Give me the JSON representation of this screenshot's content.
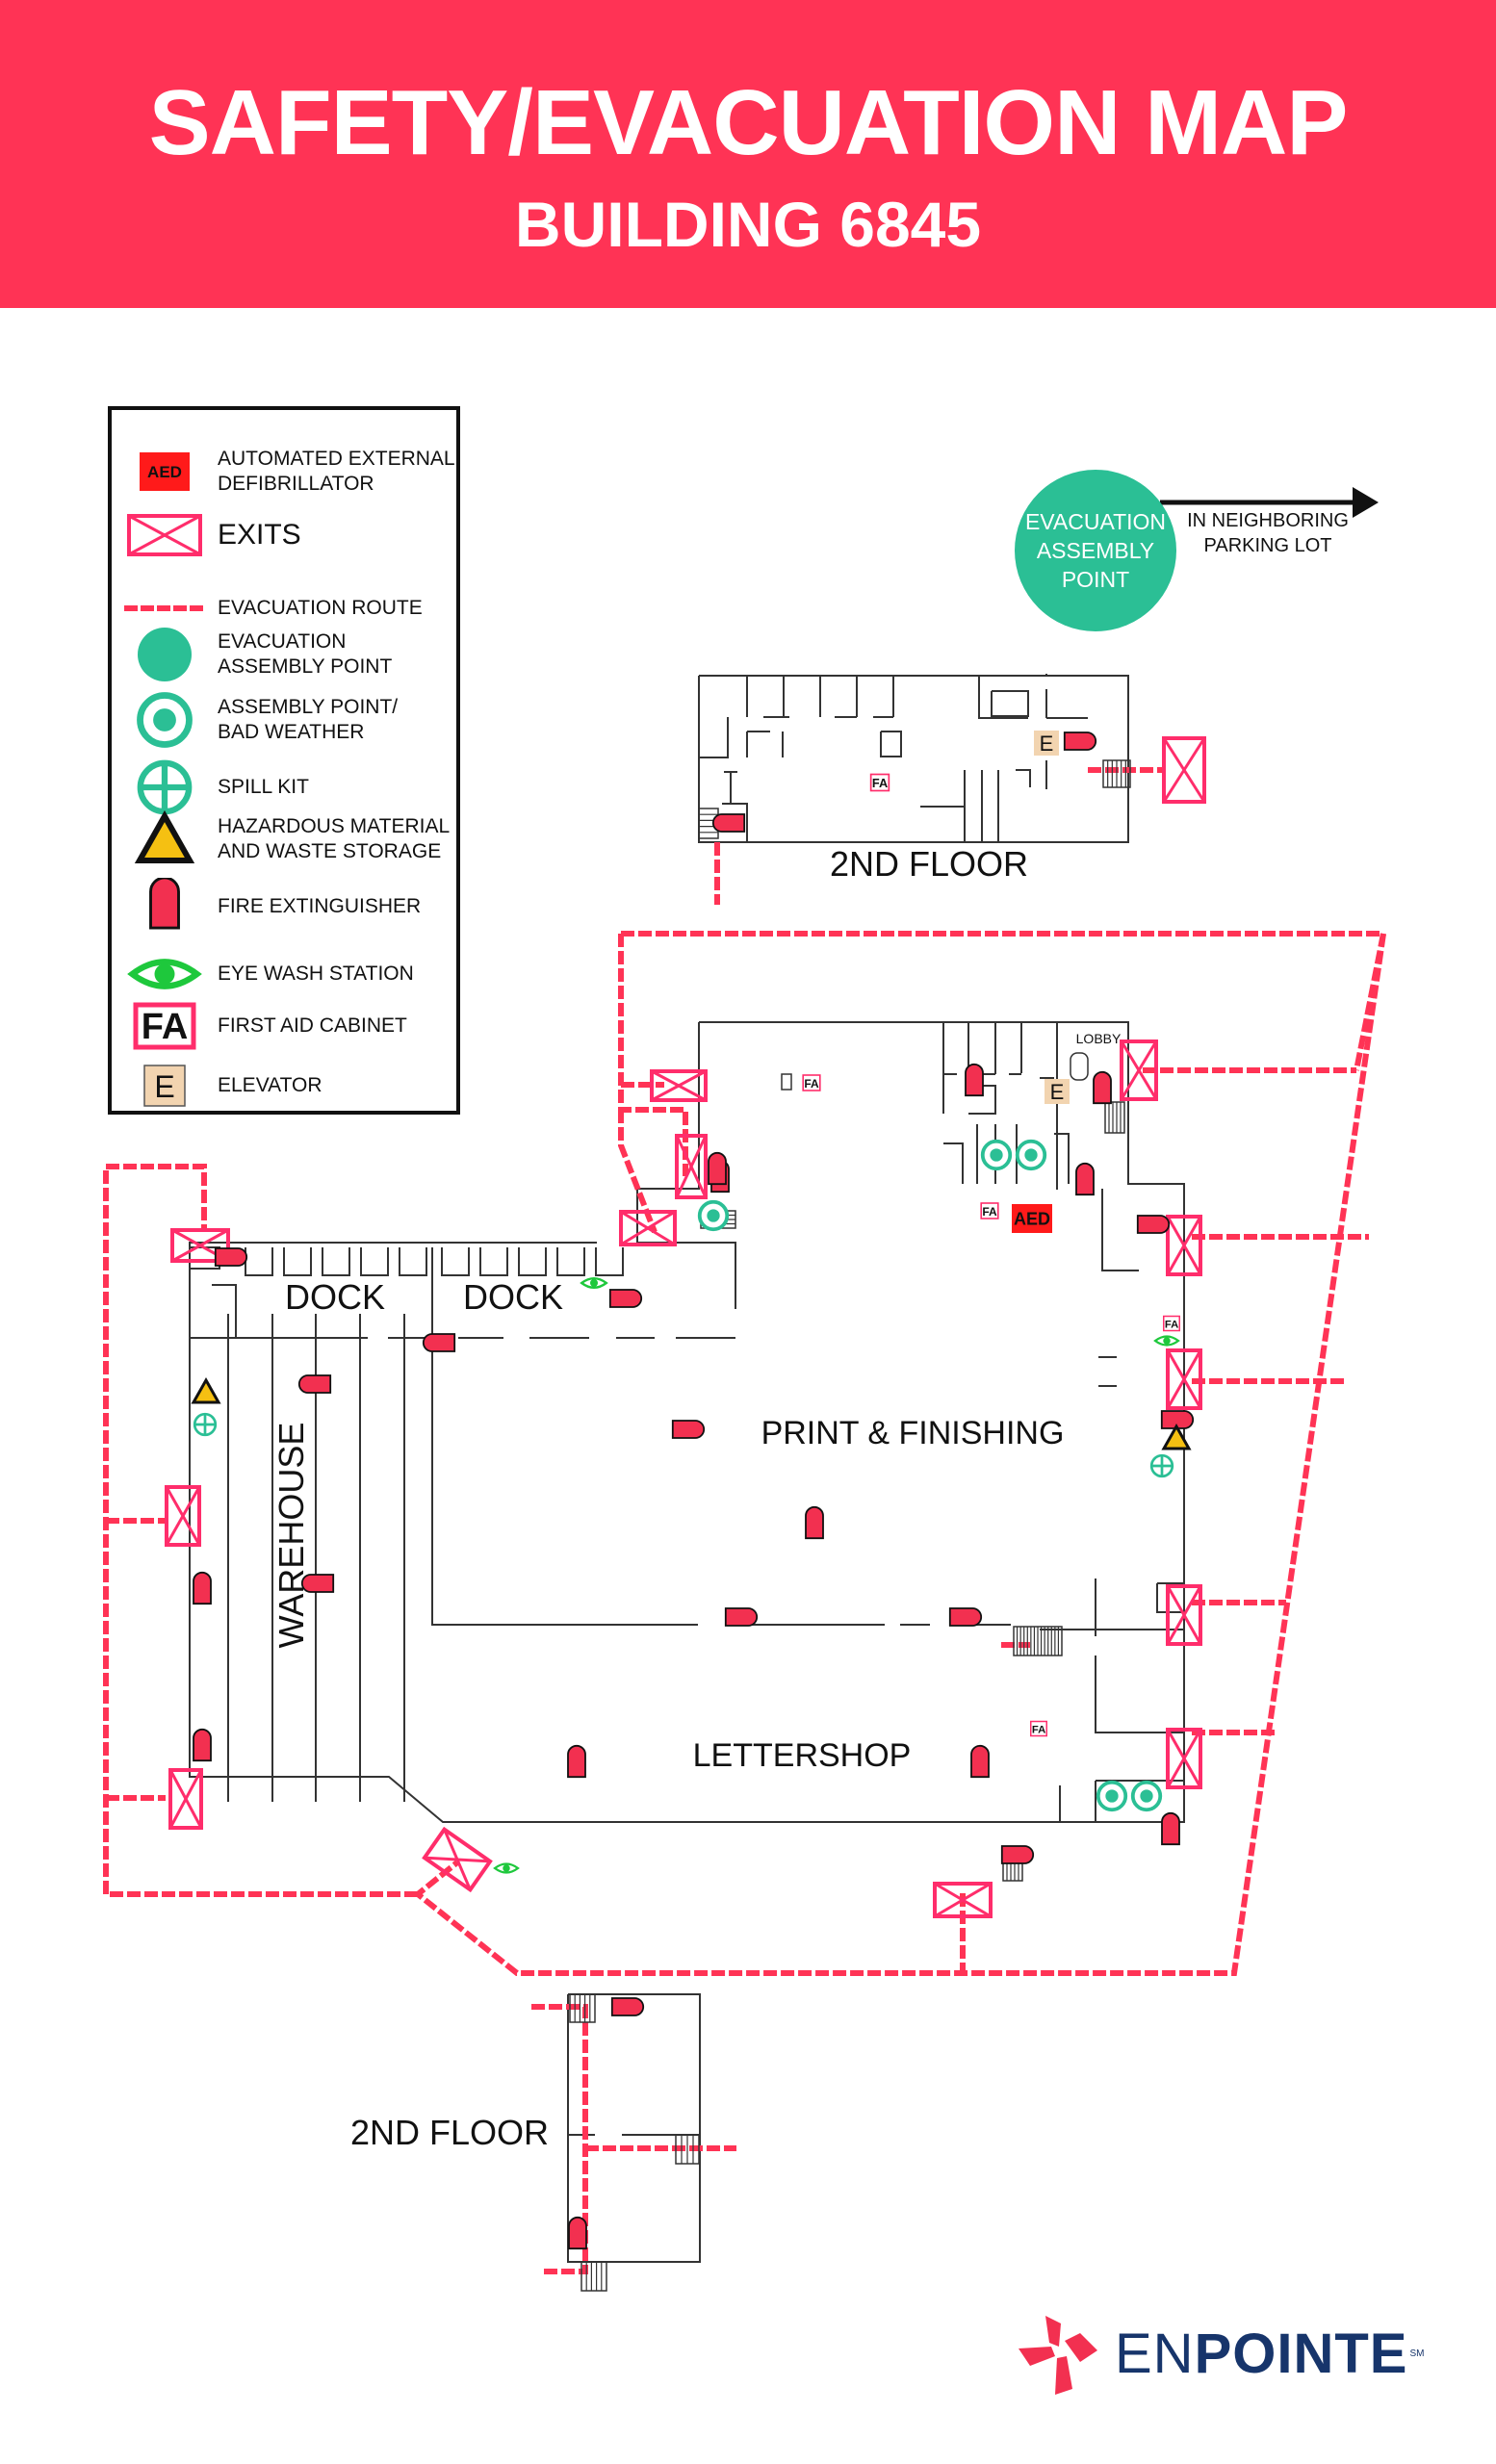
{
  "header": {
    "title": "SAFETY/EVACUATION MAP",
    "subtitle": "BUILDING 6845",
    "background_color": "#ff3355"
  },
  "legend": {
    "items": [
      {
        "icon": "aed-icon",
        "symbol_text": "AED",
        "label": "AUTOMATED EXTERNAL\nDEFIBRILLATOR"
      },
      {
        "icon": "exit-icon",
        "label": "EXITS"
      },
      {
        "icon": "evacuation-route-icon",
        "label": "EVACUATION ROUTE"
      },
      {
        "icon": "evacuation-assembly-point-icon",
        "label": "EVACUATION\nASSEMBLY POINT"
      },
      {
        "icon": "assembly-point-bad-weather-icon",
        "label": "ASSEMBLY POINT/\nBAD WEATHER"
      },
      {
        "icon": "spill-kit-icon",
        "label": "SPILL KIT"
      },
      {
        "icon": "hazardous-material-icon",
        "label": "HAZARDOUS MATERIAL\nAND WASTE STORAGE"
      },
      {
        "icon": "fire-extinguisher-icon",
        "label": "FIRE EXTINGUISHER"
      },
      {
        "icon": "eye-wash-station-icon",
        "label": "EYE WASH STATION"
      },
      {
        "icon": "first-aid-cabinet-icon",
        "symbol_text": "FA",
        "label": "FIRST AID CABINET"
      },
      {
        "icon": "elevator-icon",
        "symbol_text": "E",
        "label": "ELEVATOR"
      }
    ]
  },
  "assembly_point": {
    "label": "EVACUATION\nASSEMBLY\nPOINT",
    "direction_text": "IN NEIGHBORING\nPARKING LOT"
  },
  "map": {
    "areas": {
      "upper_second_floor": "2ND FLOOR",
      "lower_second_floor": "2ND FLOOR",
      "dock_left": "DOCK",
      "dock_right": "DOCK",
      "warehouse": "WAREHOUSE",
      "print_finishing": "PRINT & FINISHING",
      "lettershop": "LETTERSHOP",
      "lobby": "LOBBY"
    },
    "symbol_text": {
      "aed": "AED",
      "first_aid": "FA",
      "elevator": "E"
    },
    "counts": {
      "exits": 14,
      "fire_extinguishers": 26,
      "first_aid_cabinets": 5,
      "eye_wash_stations": 3,
      "aed": 1,
      "elevators": 2,
      "spill_kits": 2,
      "hazardous_storage": 2,
      "bad_weather_assembly_points": 5
    }
  },
  "colors": {
    "exit": "#ff2d6b",
    "route": "#ff3355",
    "assembly": "#2bbf95",
    "aed": "#ff1a1a",
    "extinguisher": "#f23050",
    "eye_wash": "#1ec83c",
    "hazard": "#f5c012",
    "elevator": "#f2d4b0",
    "logo_blue": "#17356b"
  },
  "brand": {
    "name_light": "EN",
    "name_bold": "POINTE",
    "mark": "SM"
  }
}
